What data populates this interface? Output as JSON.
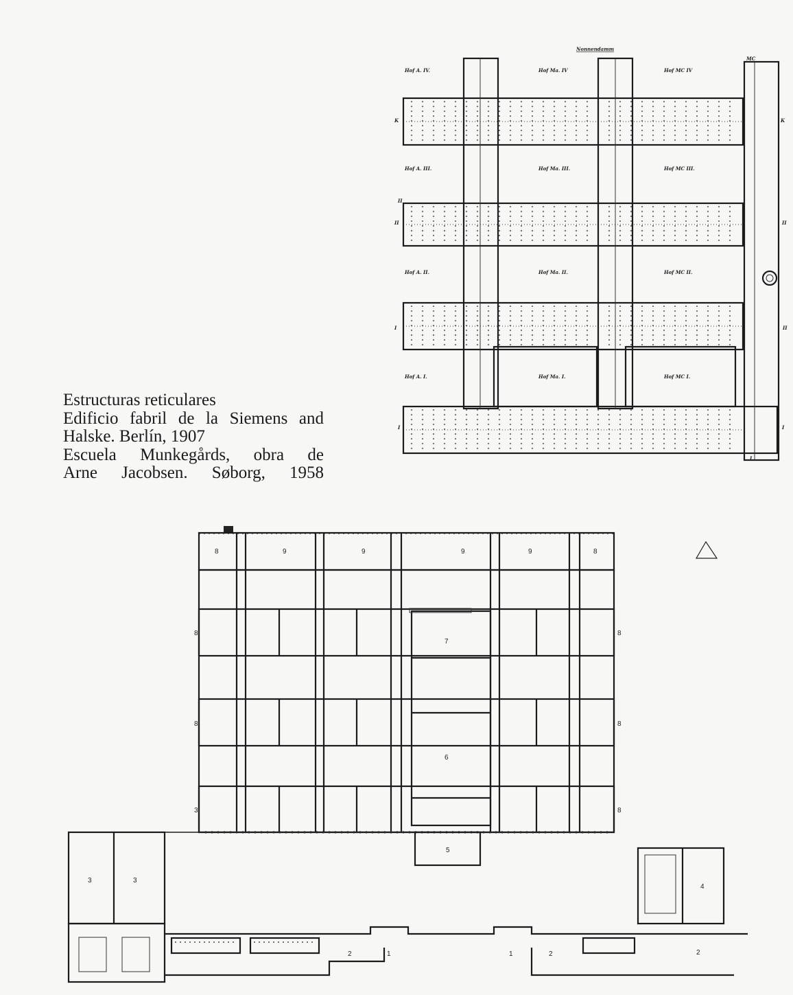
{
  "caption": {
    "lines": [
      "Estructuras reticulares",
      "Edificio fabril de la Siemens and",
      "Halske. Berlín, 1907",
      "Escuela Munkegårds, obra de",
      "Arne Jacobsen. Søborg, 1958"
    ]
  },
  "siemens_plan": {
    "street_label": "Nonnendamm",
    "courtyard_labels": [
      "Hof A. IV.",
      "Hof Ma. IV",
      "Hof MC IV",
      "Hof A. III.",
      "Hof Ma. III.",
      "Hof MC III.",
      "Hof A. II.",
      "Hof Ma. II.",
      "Hof MC II.",
      "Hof A. I.",
      "Hof Ma. I.",
      "Hof MC I."
    ],
    "wing_labels": [
      "K",
      "K",
      "II",
      "II",
      "II",
      "II",
      "I",
      "I",
      "I",
      "I",
      "MC"
    ]
  },
  "school_plan": {
    "room_numbers": {
      "top_row": [
        "8",
        "9",
        "9",
        "9",
        "9",
        "8"
      ],
      "left_side": [
        "8",
        "8",
        "3"
      ],
      "right_side": [
        "8",
        "8",
        "8"
      ],
      "hall_upper": "7",
      "hall_main": "6",
      "entrance": "5",
      "gym": [
        "3",
        "3"
      ],
      "annex": "4",
      "corridor": [
        "2",
        "1",
        "1",
        "2",
        "2"
      ]
    }
  }
}
